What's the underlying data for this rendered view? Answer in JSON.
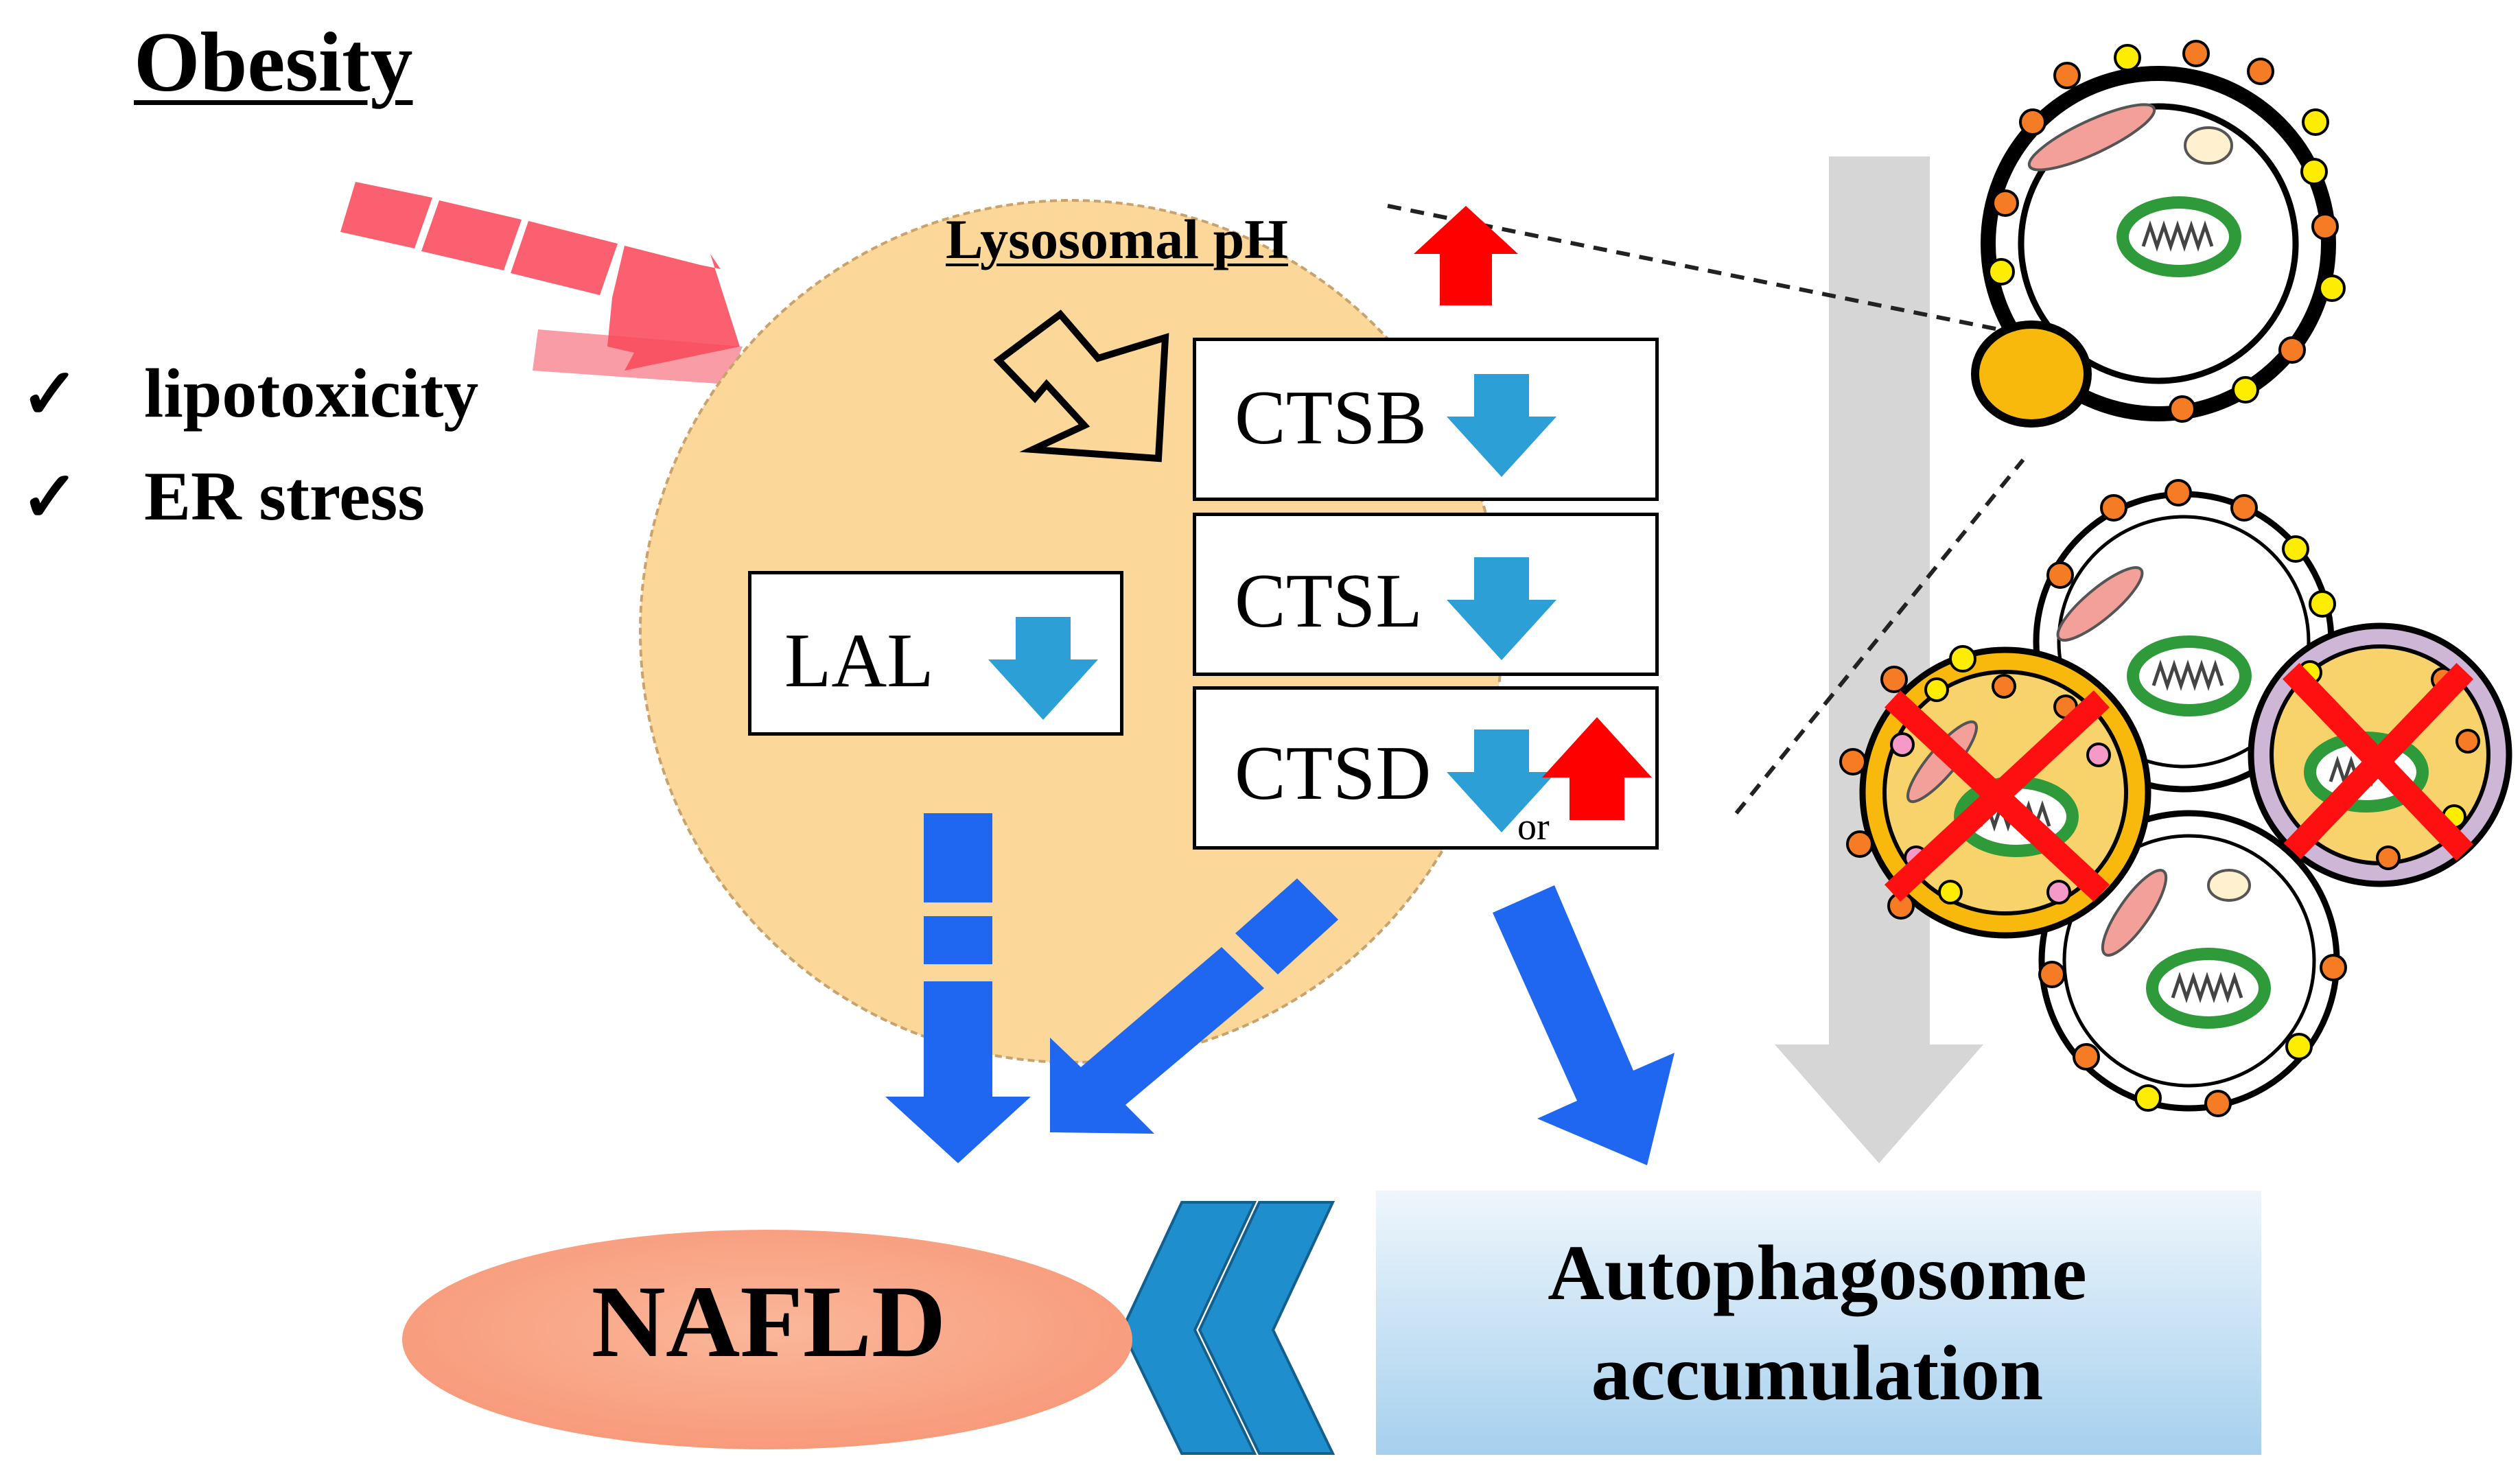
{
  "title": "Obesity",
  "conditions": [
    "lipotoxicity",
    "ER stress"
  ],
  "checkmark_glyph": "✓",
  "lysosome": {
    "ph_label": "Lysosomal pH",
    "ph_change": "up",
    "enzymes": [
      {
        "label": "CTSB",
        "change": "down"
      },
      {
        "label": "CTSL",
        "change": "down"
      },
      {
        "label": "CTSD",
        "change": "down or up",
        "or_label": "or"
      },
      {
        "label": "LAL",
        "change": "down"
      }
    ]
  },
  "outcome": "NAFLD",
  "autophagosome": "Autophagosome accumulation",
  "colors": {
    "lysosome_fill": "#fbd79a",
    "lysosome_edge": "#c9a36d",
    "obesity_arrow": "#fb6070",
    "up_arrow": "#ff0000",
    "down_arrow": "#2c9fd6",
    "effect_arrow": "#1f66f0",
    "autophagy_arrow": "#d6d6d6",
    "chevron": "#1e8fcc",
    "nafld_fill": "#f7a788",
    "autophagosome_box_top": "#eef6fc",
    "autophagosome_box_bottom": "#a6d0ee",
    "mitochondrion": "#2e9a3a",
    "membrane_dot_orange": "#f57c25",
    "membrane_dot_yellow": "#ffed00",
    "lysosome_small": "#f8b90c",
    "inhibition_cross": "#ff1010"
  },
  "icons": [
    "checkmark-icon",
    "red-up-arrow-icon",
    "blue-down-arrow-icon",
    "hollow-arrow-icon",
    "mitochondrion-icon",
    "cross-icon"
  ]
}
